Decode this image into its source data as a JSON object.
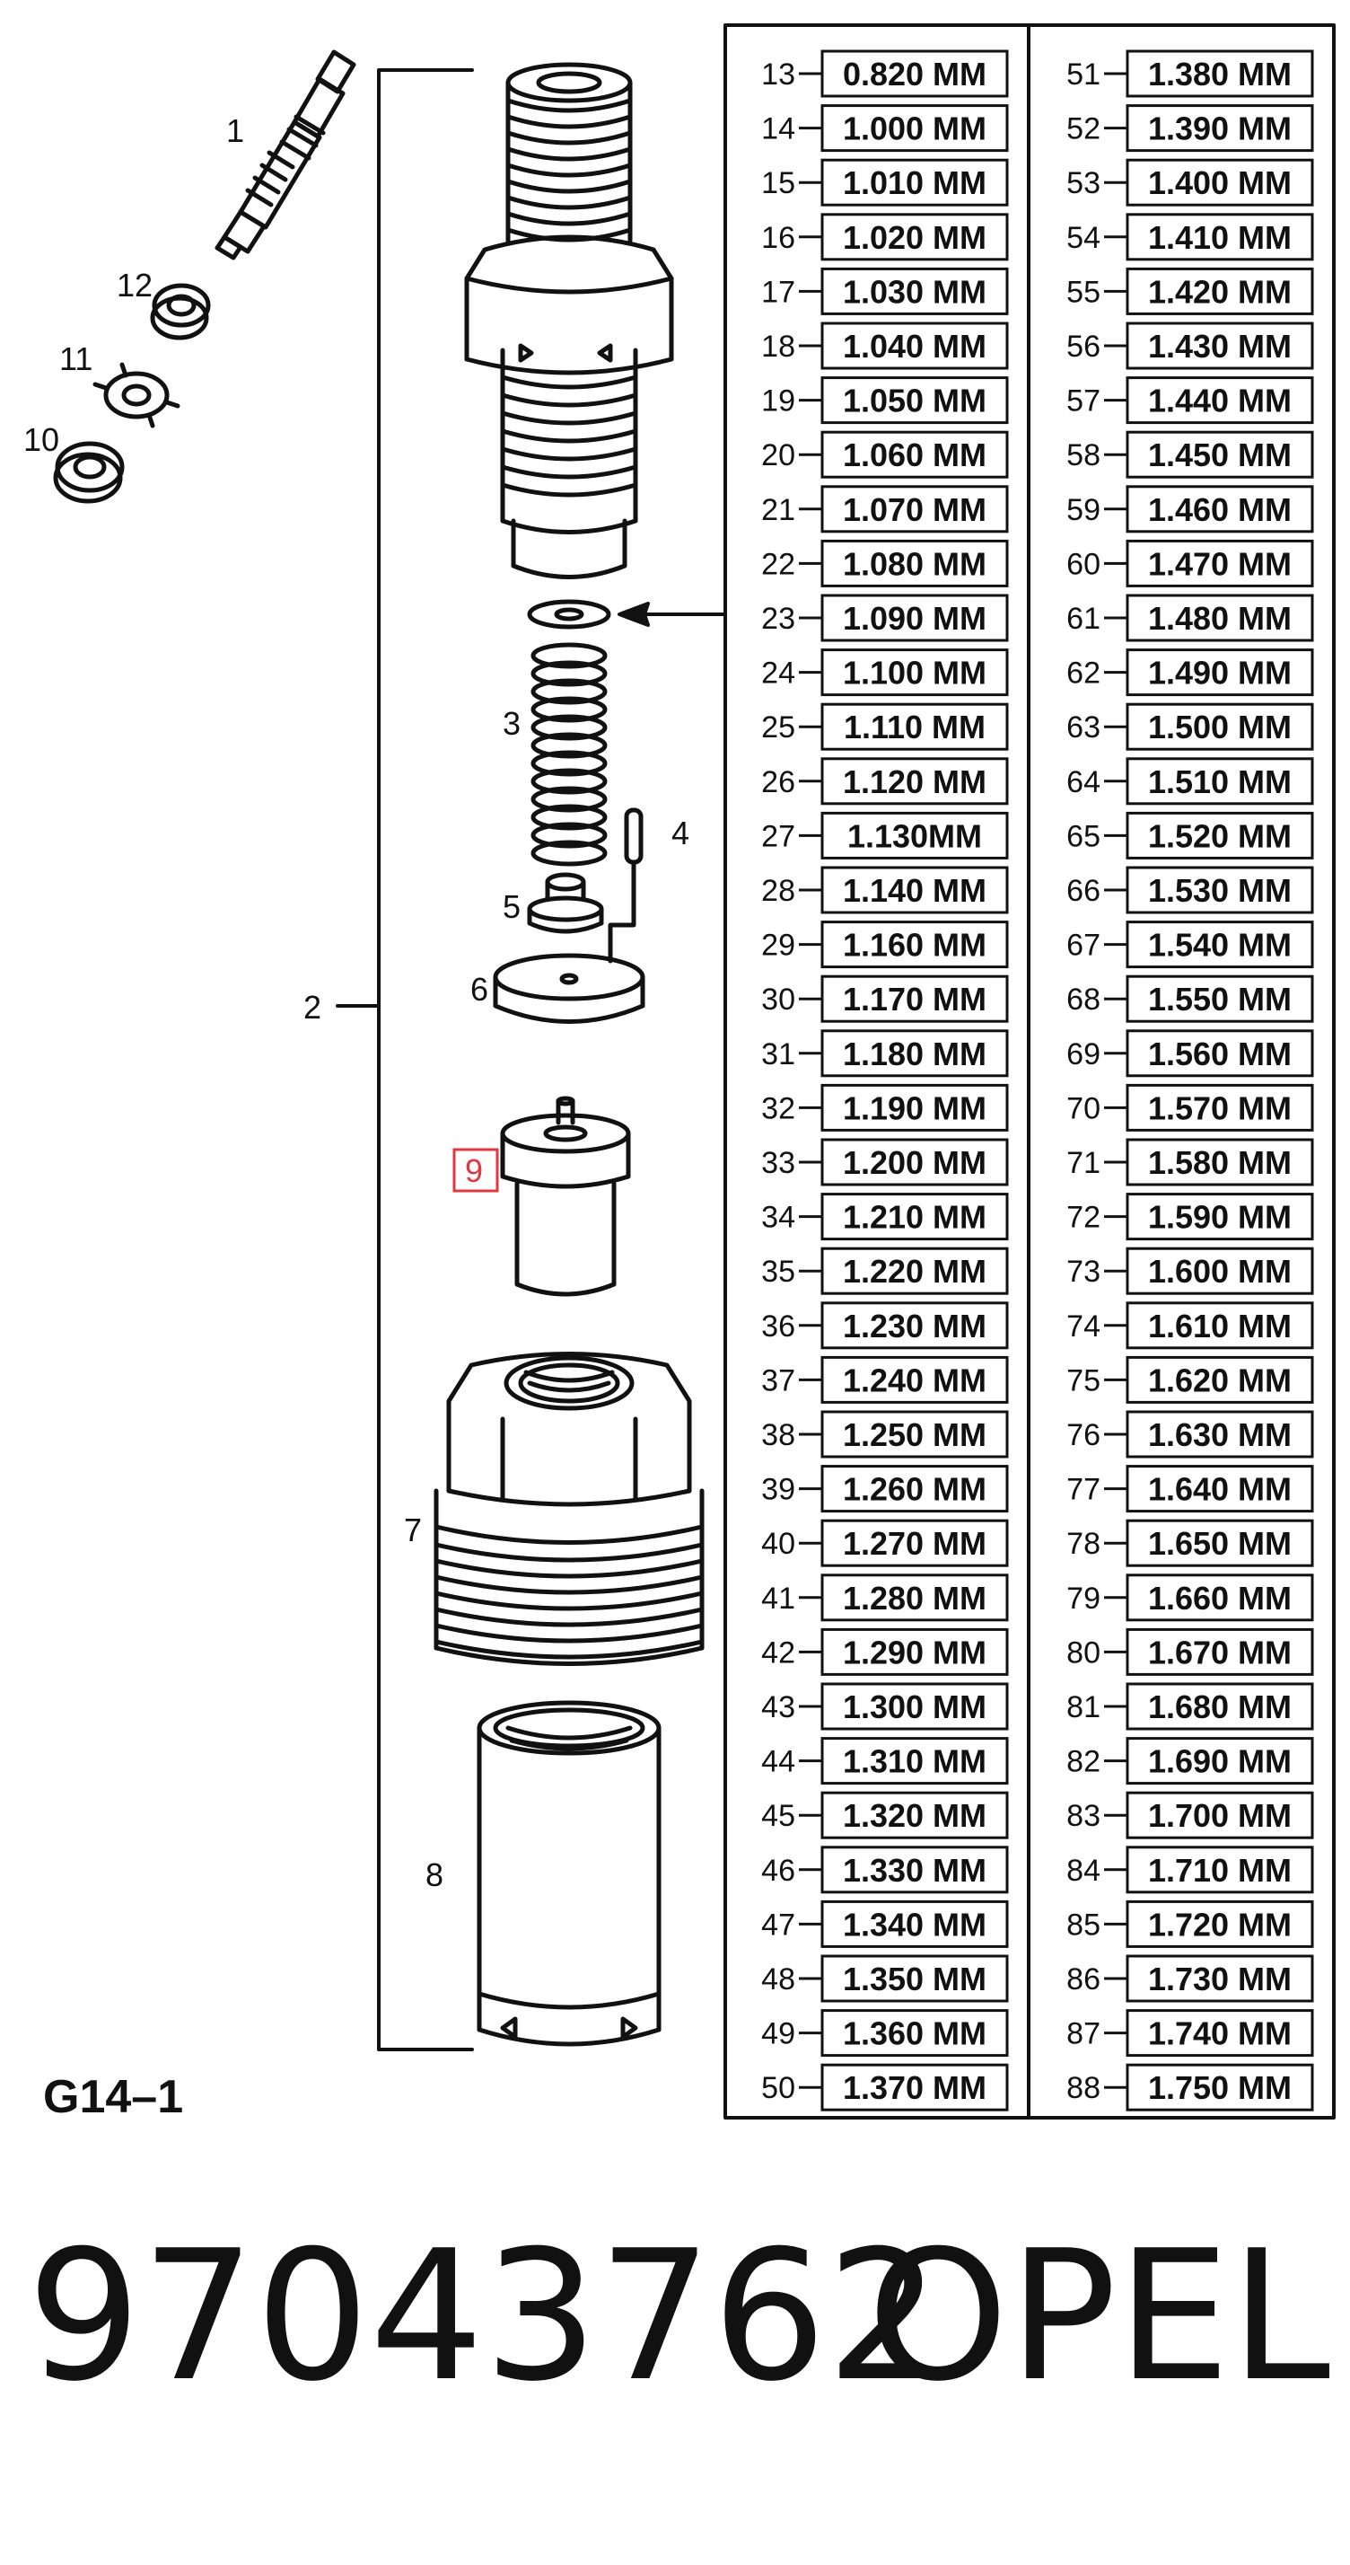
{
  "figure_code": "G14–1",
  "callouts": [
    "1",
    "2",
    "3",
    "4",
    "5",
    "6",
    "7",
    "8",
    "9",
    "10",
    "11",
    "12"
  ],
  "highlighted_callout": "9",
  "shim_table": {
    "left": [
      {
        "n": "13",
        "v": "0.820 MM"
      },
      {
        "n": "14",
        "v": "1.000 MM"
      },
      {
        "n": "15",
        "v": "1.010 MM"
      },
      {
        "n": "16",
        "v": "1.020 MM"
      },
      {
        "n": "17",
        "v": "1.030 MM"
      },
      {
        "n": "18",
        "v": "1.040 MM"
      },
      {
        "n": "19",
        "v": "1.050 MM"
      },
      {
        "n": "20",
        "v": "1.060 MM"
      },
      {
        "n": "21",
        "v": "1.070 MM"
      },
      {
        "n": "22",
        "v": "1.080 MM"
      },
      {
        "n": "23",
        "v": "1.090 MM"
      },
      {
        "n": "24",
        "v": "1.100 MM"
      },
      {
        "n": "25",
        "v": "1.110 MM"
      },
      {
        "n": "26",
        "v": "1.120 MM"
      },
      {
        "n": "27",
        "v": "1.130MM"
      },
      {
        "n": "28",
        "v": "1.140 MM"
      },
      {
        "n": "29",
        "v": "1.160 MM"
      },
      {
        "n": "30",
        "v": "1.170 MM"
      },
      {
        "n": "31",
        "v": "1.180 MM"
      },
      {
        "n": "32",
        "v": "1.190 MM"
      },
      {
        "n": "33",
        "v": "1.200 MM"
      },
      {
        "n": "34",
        "v": "1.210 MM"
      },
      {
        "n": "35",
        "v": "1.220 MM"
      },
      {
        "n": "36",
        "v": "1.230 MM"
      },
      {
        "n": "37",
        "v": "1.240 MM"
      },
      {
        "n": "38",
        "v": "1.250 MM"
      },
      {
        "n": "39",
        "v": "1.260 MM"
      },
      {
        "n": "40",
        "v": "1.270 MM"
      },
      {
        "n": "41",
        "v": "1.280 MM"
      },
      {
        "n": "42",
        "v": "1.290 MM"
      },
      {
        "n": "43",
        "v": "1.300 MM"
      },
      {
        "n": "44",
        "v": "1.310 MM"
      },
      {
        "n": "45",
        "v": "1.320 MM"
      },
      {
        "n": "46",
        "v": "1.330 MM"
      },
      {
        "n": "47",
        "v": "1.340 MM"
      },
      {
        "n": "48",
        "v": "1.350 MM"
      },
      {
        "n": "49",
        "v": "1.360 MM"
      },
      {
        "n": "50",
        "v": "1.370 MM"
      }
    ],
    "right": [
      {
        "n": "51",
        "v": "1.380 MM"
      },
      {
        "n": "52",
        "v": "1.390 MM"
      },
      {
        "n": "53",
        "v": "1.400 MM"
      },
      {
        "n": "54",
        "v": "1.410 MM"
      },
      {
        "n": "55",
        "v": "1.420 MM"
      },
      {
        "n": "56",
        "v": "1.430 MM"
      },
      {
        "n": "57",
        "v": "1.440 MM"
      },
      {
        "n": "58",
        "v": "1.450 MM"
      },
      {
        "n": "59",
        "v": "1.460 MM"
      },
      {
        "n": "60",
        "v": "1.470 MM"
      },
      {
        "n": "61",
        "v": "1.480 MM"
      },
      {
        "n": "62",
        "v": "1.490 MM"
      },
      {
        "n": "63",
        "v": "1.500 MM"
      },
      {
        "n": "64",
        "v": "1.510 MM"
      },
      {
        "n": "65",
        "v": "1.520 MM"
      },
      {
        "n": "66",
        "v": "1.530 MM"
      },
      {
        "n": "67",
        "v": "1.540 MM"
      },
      {
        "n": "68",
        "v": "1.550 MM"
      },
      {
        "n": "69",
        "v": "1.560 MM"
      },
      {
        "n": "70",
        "v": "1.570 MM"
      },
      {
        "n": "71",
        "v": "1.580 MM"
      },
      {
        "n": "72",
        "v": "1.590 MM"
      },
      {
        "n": "73",
        "v": "1.600 MM"
      },
      {
        "n": "74",
        "v": "1.610 MM"
      },
      {
        "n": "75",
        "v": "1.620 MM"
      },
      {
        "n": "76",
        "v": "1.630 MM"
      },
      {
        "n": "77",
        "v": "1.640 MM"
      },
      {
        "n": "78",
        "v": "1.650 MM"
      },
      {
        "n": "79",
        "v": "1.660 MM"
      },
      {
        "n": "80",
        "v": "1.670 MM"
      },
      {
        "n": "81",
        "v": "1.680 MM"
      },
      {
        "n": "82",
        "v": "1.690 MM"
      },
      {
        "n": "83",
        "v": "1.700 MM"
      },
      {
        "n": "84",
        "v": "1.710 MM"
      },
      {
        "n": "85",
        "v": "1.720 MM"
      },
      {
        "n": "86",
        "v": "1.730 MM"
      },
      {
        "n": "87",
        "v": "1.740 MM"
      },
      {
        "n": "88",
        "v": "1.750 MM"
      }
    ]
  },
  "footer": {
    "part_number": "97043762",
    "brand": "OPEL"
  },
  "colors": {
    "line": "#111111",
    "highlight": "#e0383e",
    "background": "#ffffff"
  }
}
